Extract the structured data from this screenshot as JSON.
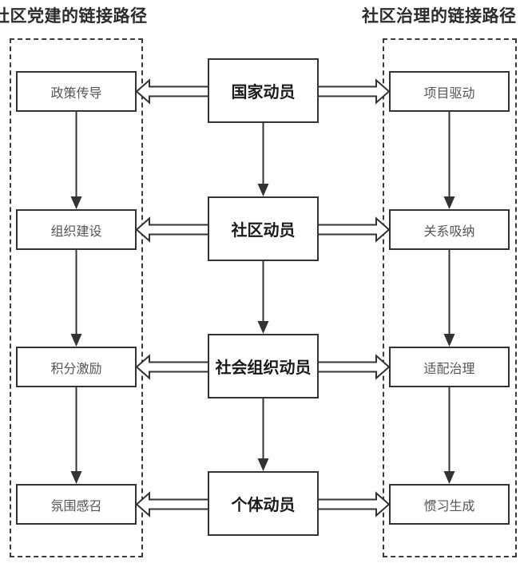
{
  "titles": {
    "left": "社区党建的链接路径",
    "right": "社区治理的链接路径"
  },
  "center": [
    {
      "label": "国家动员"
    },
    {
      "label": "社区动员"
    },
    {
      "label": "社会组织动员"
    },
    {
      "label": "个体动员"
    }
  ],
  "left": [
    {
      "label": "政策传导"
    },
    {
      "label": "组织建设"
    },
    {
      "label": "积分激励"
    },
    {
      "label": "氛围感召"
    }
  ],
  "right": [
    {
      "label": "项目驱动"
    },
    {
      "label": "关系吸纳"
    },
    {
      "label": "适配治理"
    },
    {
      "label": "惯习生成"
    }
  ],
  "colors": {
    "stroke": "#333333",
    "dashed": "#3a3a3a",
    "side_text": "#555555",
    "center_text": "#1a1a1a"
  }
}
